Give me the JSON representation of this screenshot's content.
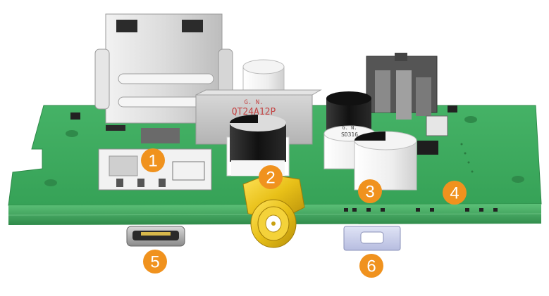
{
  "components": {
    "relay_label_top": "G. N.",
    "relay_label_main": "QT24A12P",
    "cap_label_top": "G. N.",
    "cap_label_main": "SD316"
  },
  "markers": [
    {
      "id": "1",
      "label": "1"
    },
    {
      "id": "2",
      "label": "2"
    },
    {
      "id": "3",
      "label": "3"
    },
    {
      "id": "4",
      "label": "4"
    },
    {
      "id": "5",
      "label": "5"
    },
    {
      "id": "6",
      "label": "6"
    }
  ],
  "colors": {
    "pcb": "#3aa65a",
    "pcb_edge": "#2f8a4a",
    "marker": "#f0921e",
    "sma_gold": "#e8c018",
    "relay_grey": "#c8c8c8"
  }
}
